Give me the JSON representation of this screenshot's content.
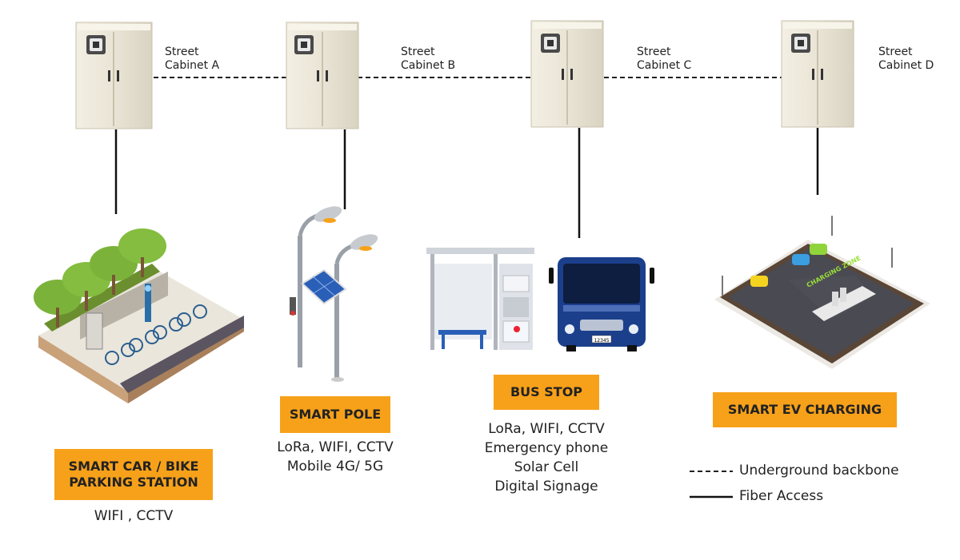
{
  "cabinets": [
    {
      "line1": "Street",
      "line2": "Cabinet A"
    },
    {
      "line1": "Street",
      "line2": "Cabinet B"
    },
    {
      "line1": "Street",
      "line2": "Cabinet C"
    },
    {
      "line1": "Street",
      "line2": "Cabinet D"
    }
  ],
  "stations": {
    "parking": {
      "title_line1": "SMART CAR / BIKE",
      "title_line2": "PARKING STATION",
      "features": [
        "WIFI , CCTV"
      ]
    },
    "pole": {
      "title": "SMART POLE",
      "features": [
        "LoRa, WIFI, CCTV",
        "Mobile 4G/ 5G"
      ]
    },
    "bus": {
      "title": "BUS STOP",
      "features": [
        "LoRa, WIFI, CCTV",
        "Emergency phone",
        "Solar Cell",
        "Digital Signage"
      ]
    },
    "ev": {
      "title": "SMART EV CHARGING",
      "zone_text": "CHARGING ZONE"
    }
  },
  "legend": {
    "backbone": "Underground backbone",
    "fiber": "Fiber Access"
  },
  "colors": {
    "accent": "#f7a11a",
    "cabinet": "#ebe6d8",
    "bus": "#1c3f8c",
    "asphalt": "#4a4a52"
  },
  "bus_plate": "12345"
}
